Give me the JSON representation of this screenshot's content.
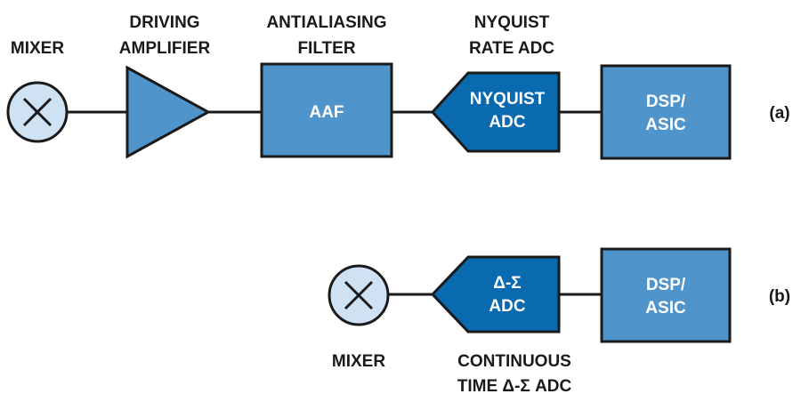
{
  "colors": {
    "block_fill": "#4f94cb",
    "adc_fill": "#0a6ab0",
    "mixer_fill": "#cfe2f3",
    "outline": "#1a1a1a",
    "text_dark": "#1a1a1a",
    "text_light": "#ffffff"
  },
  "row_a": {
    "mixer_label": "MIXER",
    "amplifier_label": [
      "DRIVING",
      "AMPLIFIER"
    ],
    "filter_label": [
      "ANTIALIASING",
      "FILTER"
    ],
    "filter_block_text": "AAF",
    "adc_label": [
      "NYQUIST",
      "RATE ADC"
    ],
    "adc_block_text": [
      "NYQUIST",
      "ADC"
    ],
    "dsp_block_text": [
      "DSP/",
      "ASIC"
    ],
    "tag": "(a)"
  },
  "row_b": {
    "mixer_label": "MIXER",
    "adc_block_text": [
      "Δ-Σ",
      "ADC"
    ],
    "adc_label": [
      "CONTINUOUS",
      "TIME Δ-Σ ADC"
    ],
    "dsp_block_text": [
      "DSP/",
      "ASIC"
    ],
    "tag": "(b)"
  }
}
